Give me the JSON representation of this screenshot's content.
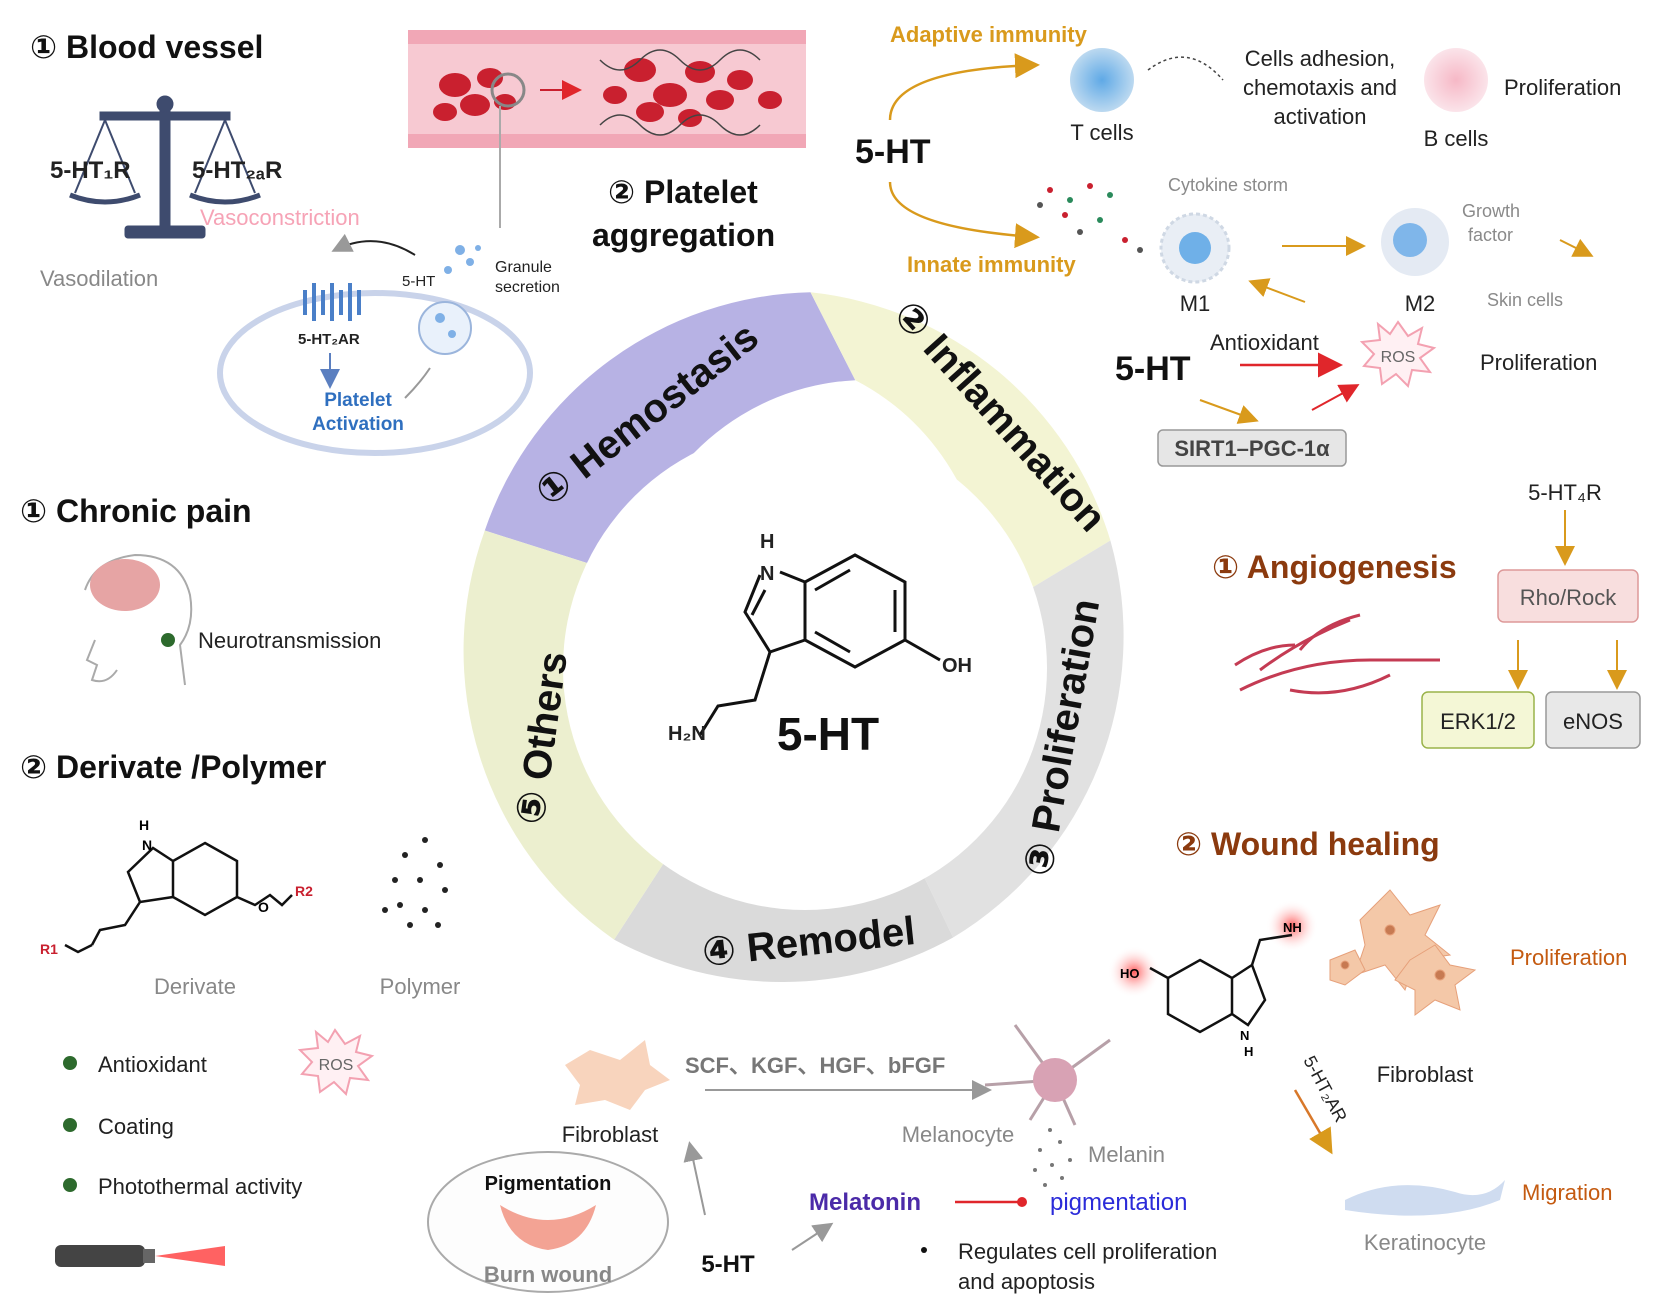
{
  "center": {
    "label": "5-HT",
    "atoms": {
      "h": "H",
      "n": "N",
      "oh": "OH",
      "h2n": "H₂N"
    }
  },
  "ring": {
    "hemostasis": "① Hemostasis",
    "inflammation": "② Inflammation",
    "proliferation": "③ Proliferation",
    "remodel": "④ Remodel",
    "others": "⑤ Others"
  },
  "blood_vessel": {
    "title": "① Blood vessel",
    "left_receptor": "5-HT₁R",
    "right_receptor": "5-HT₂ₐR",
    "vasoconstriction": "Vasoconstriction",
    "vasodilation": "Vasodilation"
  },
  "platelet": {
    "title_line1": "② Platelet",
    "title_line2": "aggregation",
    "granule_line1": "Granule",
    "granule_line2": "secretion",
    "ht": "5-HT",
    "receptor": "5-HT₂AR",
    "activation_line1": "Platelet",
    "activation_line2": "Activation"
  },
  "immunity": {
    "adaptive": "Adaptive immunity",
    "innate": "Innate immunity",
    "ht": "5-HT",
    "t_cells": "T cells",
    "b_cells": "B cells",
    "adhesion_line1": "Cells adhesion,",
    "adhesion_line2": "chemotaxis and",
    "adhesion_line3": "activation",
    "proliferation": "Proliferation",
    "cytokine": "Cytokine storm",
    "m1": "M1",
    "m2": "M2",
    "growth_line1": "Growth",
    "growth_line2": "factor",
    "skin_cells": "Skin cells"
  },
  "antioxidant_panel": {
    "ht": "5-HT",
    "antioxidant": "Antioxidant",
    "ros": "ROS",
    "proliferation": "Proliferation",
    "sirt": "SIRT1–PGC-1α"
  },
  "angiogenesis": {
    "title": "① Angiogenesis",
    "receptor": "5-HT₄R",
    "rho": "Rho/Rock",
    "erk": "ERK1/2",
    "enos": "eNOS"
  },
  "wound": {
    "title": "② Wound healing",
    "proliferation": "Proliferation",
    "fibroblast": "Fibroblast",
    "receptor": "5-HT₂AR",
    "migration": "Migration",
    "keratinocyte": "Keratinocyte",
    "ho": "HO",
    "nh": "NH",
    "n": "N",
    "h": "H"
  },
  "chronic_pain": {
    "title": "① Chronic pain",
    "item": "Neurotransmission"
  },
  "derivate": {
    "title": "② Derivate /Polymer",
    "derivate": "Derivate",
    "polymer": "Polymer",
    "items": [
      "Antioxidant",
      "Coating",
      "Photothermal  activity"
    ],
    "ros": "ROS",
    "r1": "R1",
    "r2": "R2",
    "h": "H",
    "n": "N",
    "o": "O"
  },
  "remodel_panel": {
    "factors": "SCF、KGF、HGF、bFGF",
    "fibroblast": "Fibroblast",
    "melanocyte": "Melanocyte",
    "melanin": "Melanin",
    "pigmentation_title": "Pigmentation",
    "burn": "Burn wound",
    "ht": "5-HT",
    "melatonin": "Melatonin",
    "pigmentation": "pigmentation",
    "regulates_line1": "Regulates cell proliferation",
    "regulates_line2": "and apoptosis"
  },
  "colors": {
    "hemostasis": "#b7b2e4",
    "inflammation": "#f3f4d3",
    "proliferation": "#e1e1e1",
    "remodel": "#dadada",
    "others": "#ecefcf",
    "accent_orange": "#d99a1c",
    "title_brown": "#8b3a0e",
    "arrow_red": "#e0262b"
  }
}
